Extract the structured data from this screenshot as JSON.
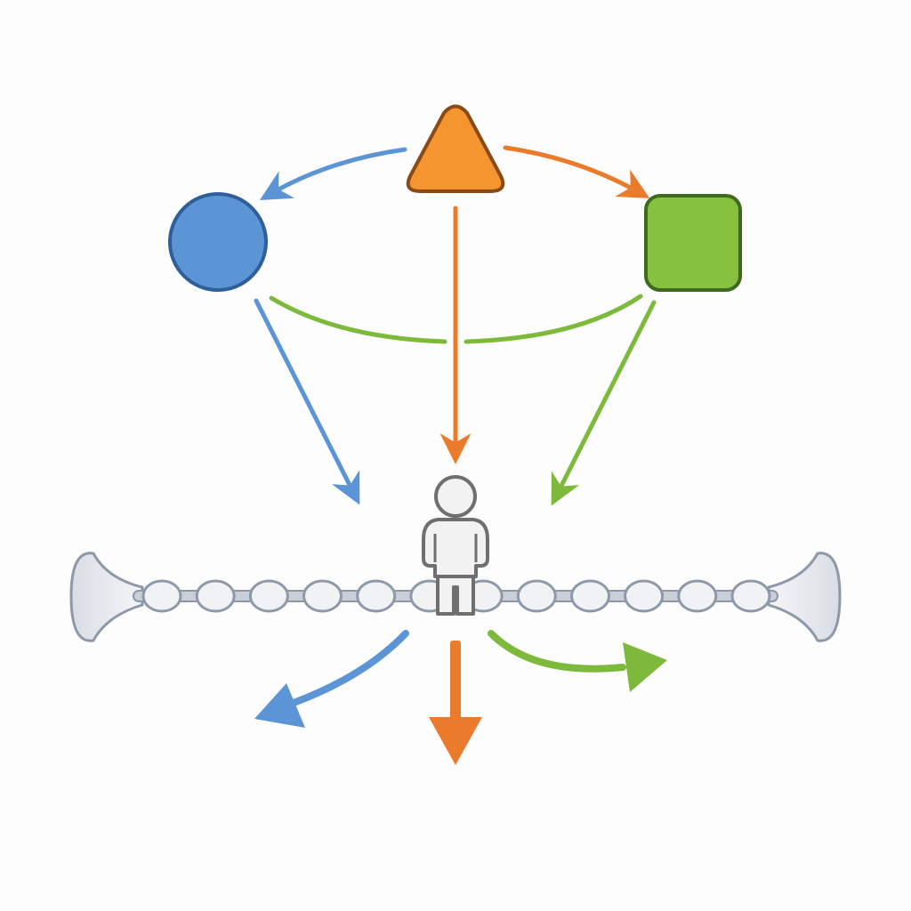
{
  "diagram": {
    "nodes": [
      {
        "id": "circle-node",
        "shape": "circle",
        "color": "#5b95d6",
        "stroke": "#2f5f9a"
      },
      {
        "id": "triangle-node",
        "shape": "triangle",
        "color": "#f5952f",
        "stroke": "#8a4a16"
      },
      {
        "id": "square-node",
        "shape": "rounded-square",
        "color": "#86c240",
        "stroke": "#3d6a1d"
      }
    ],
    "figure": {
      "icon": "person-icon",
      "fill": "#f2f2f2",
      "stroke": "#6f6f6f"
    },
    "bar": {
      "icon": "beaded-bar",
      "bead_count": 12,
      "fill": "#f1f2f4",
      "stroke": "#8d99a8",
      "end_caps": "trumpet-bell"
    },
    "colors": {
      "blue": "#5b95d6",
      "orange": "#ea7a2c",
      "green": "#7db93a"
    },
    "arrows": [
      {
        "from": "triangle-node",
        "to": "circle-node",
        "color": "blue"
      },
      {
        "from": "triangle-node",
        "to": "square-node",
        "color": "orange"
      },
      {
        "from": "circle-node",
        "to": "square-node",
        "color": "green",
        "arrowhead": false
      },
      {
        "from": "circle-node",
        "to": "person",
        "color": "blue"
      },
      {
        "from": "triangle-node",
        "to": "person",
        "color": "orange"
      },
      {
        "from": "square-node",
        "to": "person",
        "color": "green"
      },
      {
        "from": "person",
        "to": "lower-left",
        "color": "blue"
      },
      {
        "from": "person",
        "to": "down",
        "color": "orange"
      },
      {
        "from": "person",
        "to": "right",
        "color": "green"
      }
    ]
  }
}
